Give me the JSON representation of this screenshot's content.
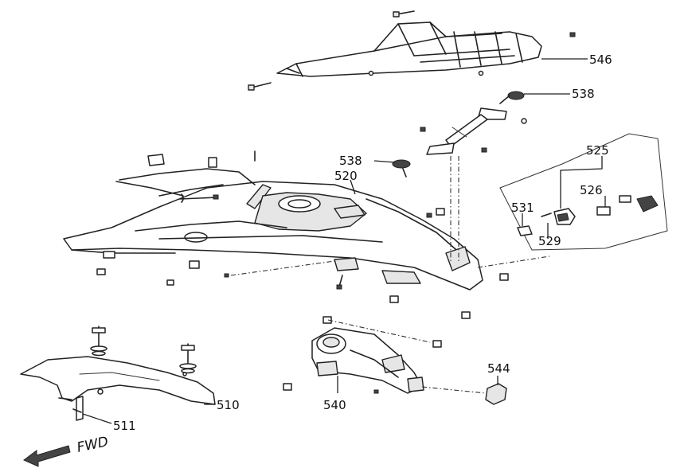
{
  "callouts": {
    "c546": "546",
    "c538a": "538",
    "c538b": "538",
    "c520": "520",
    "c525": "525",
    "c526": "526",
    "c531": "531",
    "c529": "529",
    "c544": "544",
    "c540": "540",
    "c510": "510",
    "c511": "511"
  },
  "forward_label": "FWD",
  "colors": {
    "line": "#222222",
    "background": "#ffffff"
  }
}
